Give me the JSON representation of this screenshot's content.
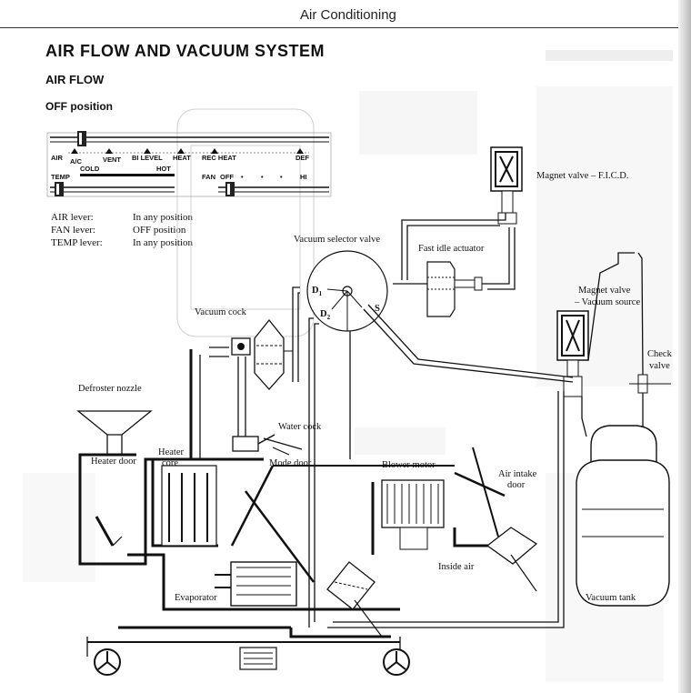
{
  "header": {
    "title": "Air Conditioning"
  },
  "headings": {
    "main": "AIR FLOW AND VACUUM SYSTEM",
    "section": "AIR FLOW",
    "subsection": "OFF position"
  },
  "control_panel": {
    "air_label": "AIR",
    "air_positions": [
      "A/C",
      "VENT",
      "BI LEVEL",
      "HEAT",
      "REC HEAT",
      "DEF"
    ],
    "temp_label": "TEMP",
    "temp_cold": "COLD",
    "temp_hot": "HOT",
    "fan_label": "FAN",
    "fan_positions": [
      "OFF",
      "•",
      "•",
      "•",
      "HI"
    ]
  },
  "levers": [
    {
      "name": "AIR lever:",
      "value": "In any position"
    },
    {
      "name": "FAN lever:",
      "value": "OFF position"
    },
    {
      "name": "TEMP lever:",
      "value": "In any position"
    }
  ],
  "labels": {
    "vacuum_selector_valve": "Vacuum selector valve",
    "d1": "D",
    "d1_sub": "1",
    "d2": "D",
    "d2_sub": "2",
    "s": "S",
    "fast_idle_actuator": "Fast idle actuator",
    "magnet_valve_ficd": "Magnet valve – F.I.C.D.",
    "magnet_valve_vacuum_1": "Magnet valve",
    "magnet_valve_vacuum_2": "– Vacuum source",
    "check_valve_1": "Check",
    "check_valve_2": "valve",
    "vacuum_cock": "Vacuum cock",
    "defroster_nozzle": "Defroster nozzle",
    "water_cock": "Water cock",
    "heater_door": "Heater door",
    "heater_core_1": "Heater",
    "heater_core_2": "core",
    "mode_door": "Mode door",
    "blower_motor": "Blower motor",
    "air_intake_door_1": "Air intake",
    "air_intake_door_2": "door",
    "inside_air": "Inside air",
    "vacuum_tank": "Vacuum tank",
    "evaporator": "Evaporator"
  },
  "icons": [
    "magnet-valve-icon",
    "check-valve-icon",
    "vacuum-actuator-icon",
    "blower-fan-icon",
    "vent-wheel-icon"
  ]
}
